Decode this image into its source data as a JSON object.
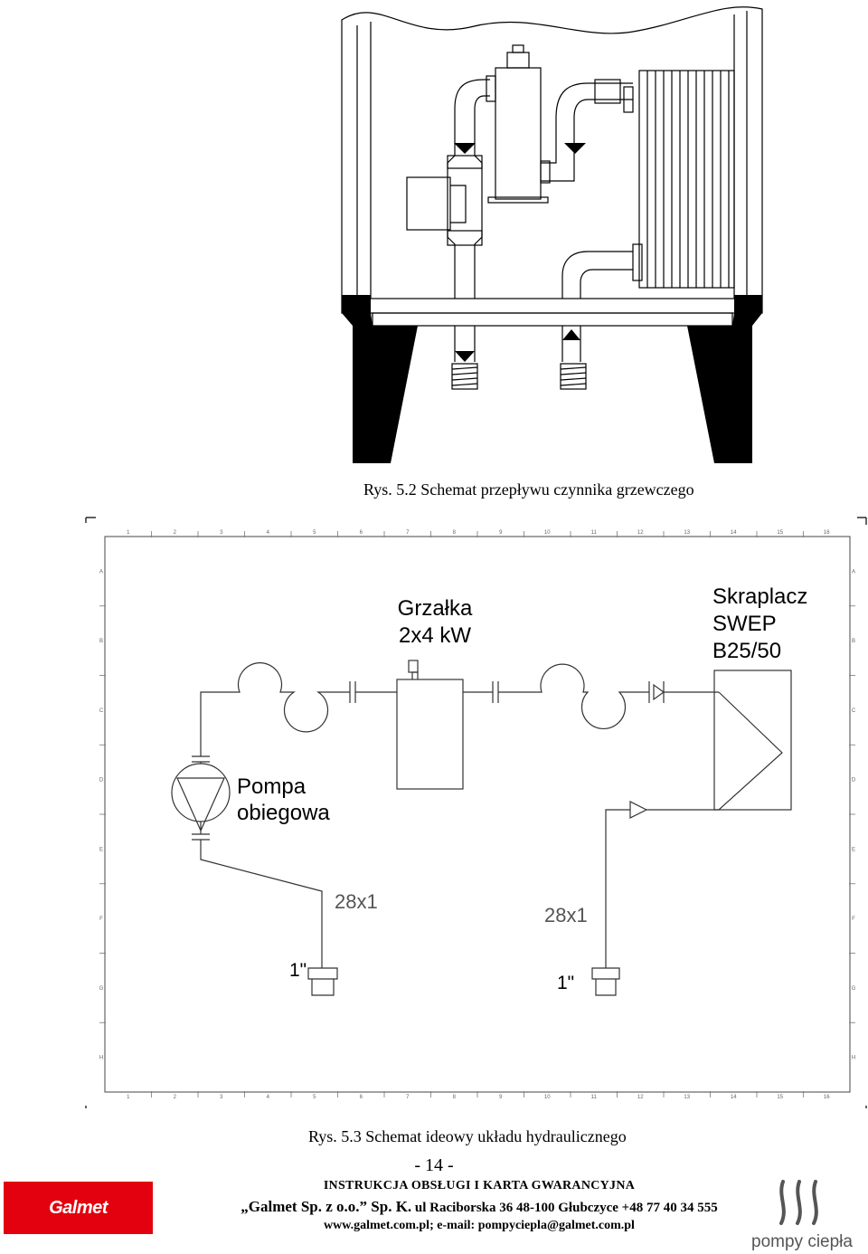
{
  "figure1": {
    "caption": "Rys. 5.2 Schemat przepływu czynnika grzewczego"
  },
  "figure2": {
    "caption": "Rys. 5.3 Schemat ideowy układu hydraulicznego",
    "labels": {
      "heater_line1": "Grzałka",
      "heater_line2": "2x4 kW",
      "condenser_line1": "Skraplacz",
      "condenser_line2": "SWEP",
      "condenser_line3": "B25/50",
      "pump_line1": "Pompa",
      "pump_line2": "obiegowa",
      "pipe_left": "28x1",
      "pipe_right": "28x1",
      "connector_left": "1\"",
      "connector_right": "1\""
    },
    "frame": {
      "columns": [
        "1",
        "2",
        "3",
        "4",
        "5",
        "6",
        "7",
        "8",
        "9",
        "10",
        "11",
        "12",
        "13",
        "14",
        "15",
        "16"
      ],
      "rows": [
        "A",
        "B",
        "C",
        "D",
        "E",
        "F",
        "G",
        "H"
      ]
    }
  },
  "page_number": "- 14 -",
  "footer": {
    "line1": "INSTRUKCJA OBSŁUGI I KARTA GWARANCYJNA",
    "company": "„Galmet Sp. z o.o.” Sp. K.",
    "address": " ul Raciborska 36 48-100 Głubczyce +48 77 40 34 555",
    "line3": "www.galmet.com.pl; e-mail: pompyciepla@galmet.com.pl"
  },
  "logos": {
    "left_brand": "Galmet",
    "right_brand": "pompy ciepła",
    "colors": {
      "brand_red": "#e3000f",
      "right_logo_gray": "#555555"
    }
  }
}
